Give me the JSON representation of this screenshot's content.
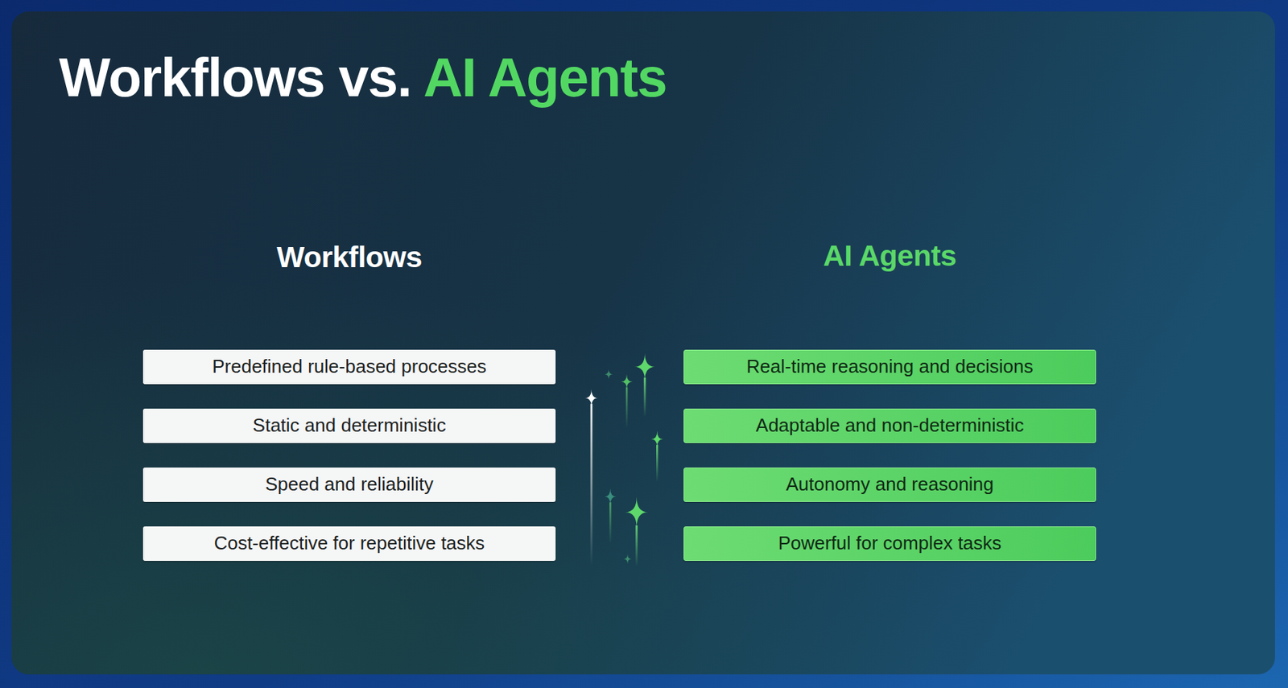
{
  "diagram": {
    "title": "Workflows vs. AI Agents",
    "nodes": [
      {
        "text": [
          "Predefined rule-based processes"
        ]
      },
      {
        "text": [
          "Static and deterministic"
        ]
      },
      {
        "text": [
          "Speed and reliability"
        ]
      },
      {
        "text": [
          "Cost-effective for repetitive tasks"
        ]
      },
      {
        "text": [
          "Real-time reasoning and decisions"
        ]
      },
      {
        "text": [
          "Adaptable and non-deterministic"
        ]
      },
      {
        "text": [
          "Autonomy and reasoning"
        ]
      },
      {
        "text": [
          "Powerful for complex tasks"
        ]
      }
    ],
    "labels": [
      "Workflows",
      "AI Agents"
    ]
  }
}
